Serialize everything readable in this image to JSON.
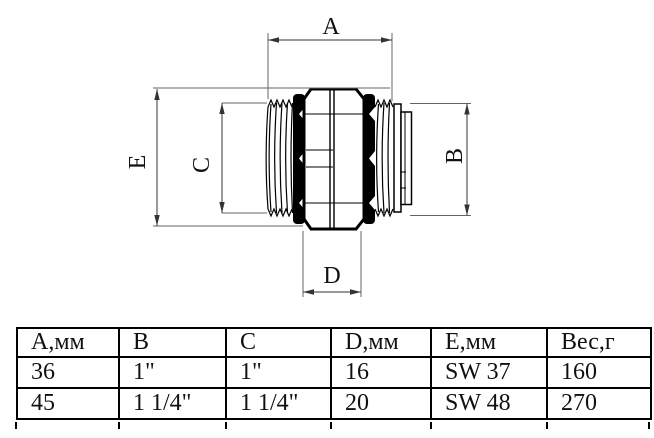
{
  "colors": {
    "ink": "#000000",
    "background": "#ffffff"
  },
  "drawing": {
    "dim_labels": {
      "A": "A",
      "B": "B",
      "C": "C",
      "D": "D",
      "E": "E"
    }
  },
  "table": {
    "headers": [
      "А,мм",
      "B",
      "C",
      "D,мм",
      "Е,мм",
      "Вес,г"
    ],
    "rows": [
      [
        "36",
        "1\"",
        "1\"",
        "16",
        "SW 37",
        "160"
      ],
      [
        "45",
        "1 1/4\"",
        "1 1/4\"",
        "20",
        "SW 48",
        "270"
      ]
    ]
  }
}
